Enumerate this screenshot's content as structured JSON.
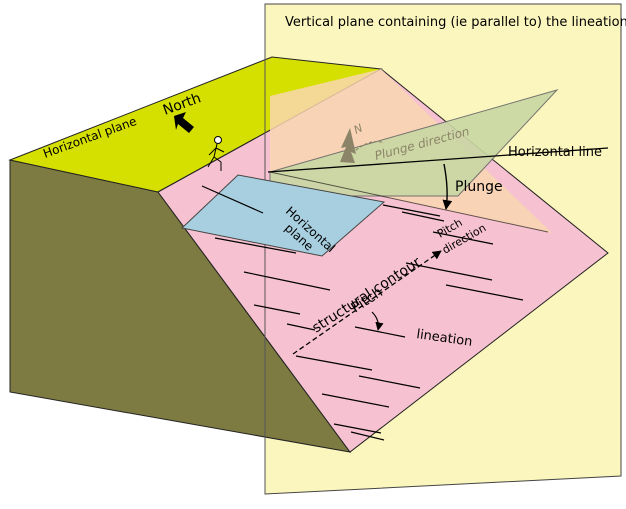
{
  "diagram": {
    "labels": {
      "vertical_plane": "Vertical plane containing (ie parallel to) the lineation",
      "horizontal_plane_top": "Horizontal plane",
      "north": "North",
      "north_abbrev": "N",
      "plunge_direction": "Plunge direction",
      "horizontal_line": "Horizontal line",
      "plunge": "Plunge",
      "horizontal_plane_inner": "Horizontal",
      "horizontal_plane_inner_2": "plane",
      "pitch_direction": "Pitch",
      "pitch_direction_2": "direction",
      "structural_contour": "structural contour",
      "pitch": "Pitch",
      "lineation": "lineation"
    },
    "colors": {
      "vertical_plane": "#fbf6bd",
      "top_surface": "#d6e000",
      "side_face": "#7d7a42",
      "inclined_plane": "#f6c1d0",
      "horizontal_plane": "#a8cfe0",
      "green_plane": "#c9d8a4",
      "orange_overlap": "#f9d6b0",
      "lines": "#000000",
      "plunge_arrow_grey": "#8c8468"
    }
  }
}
